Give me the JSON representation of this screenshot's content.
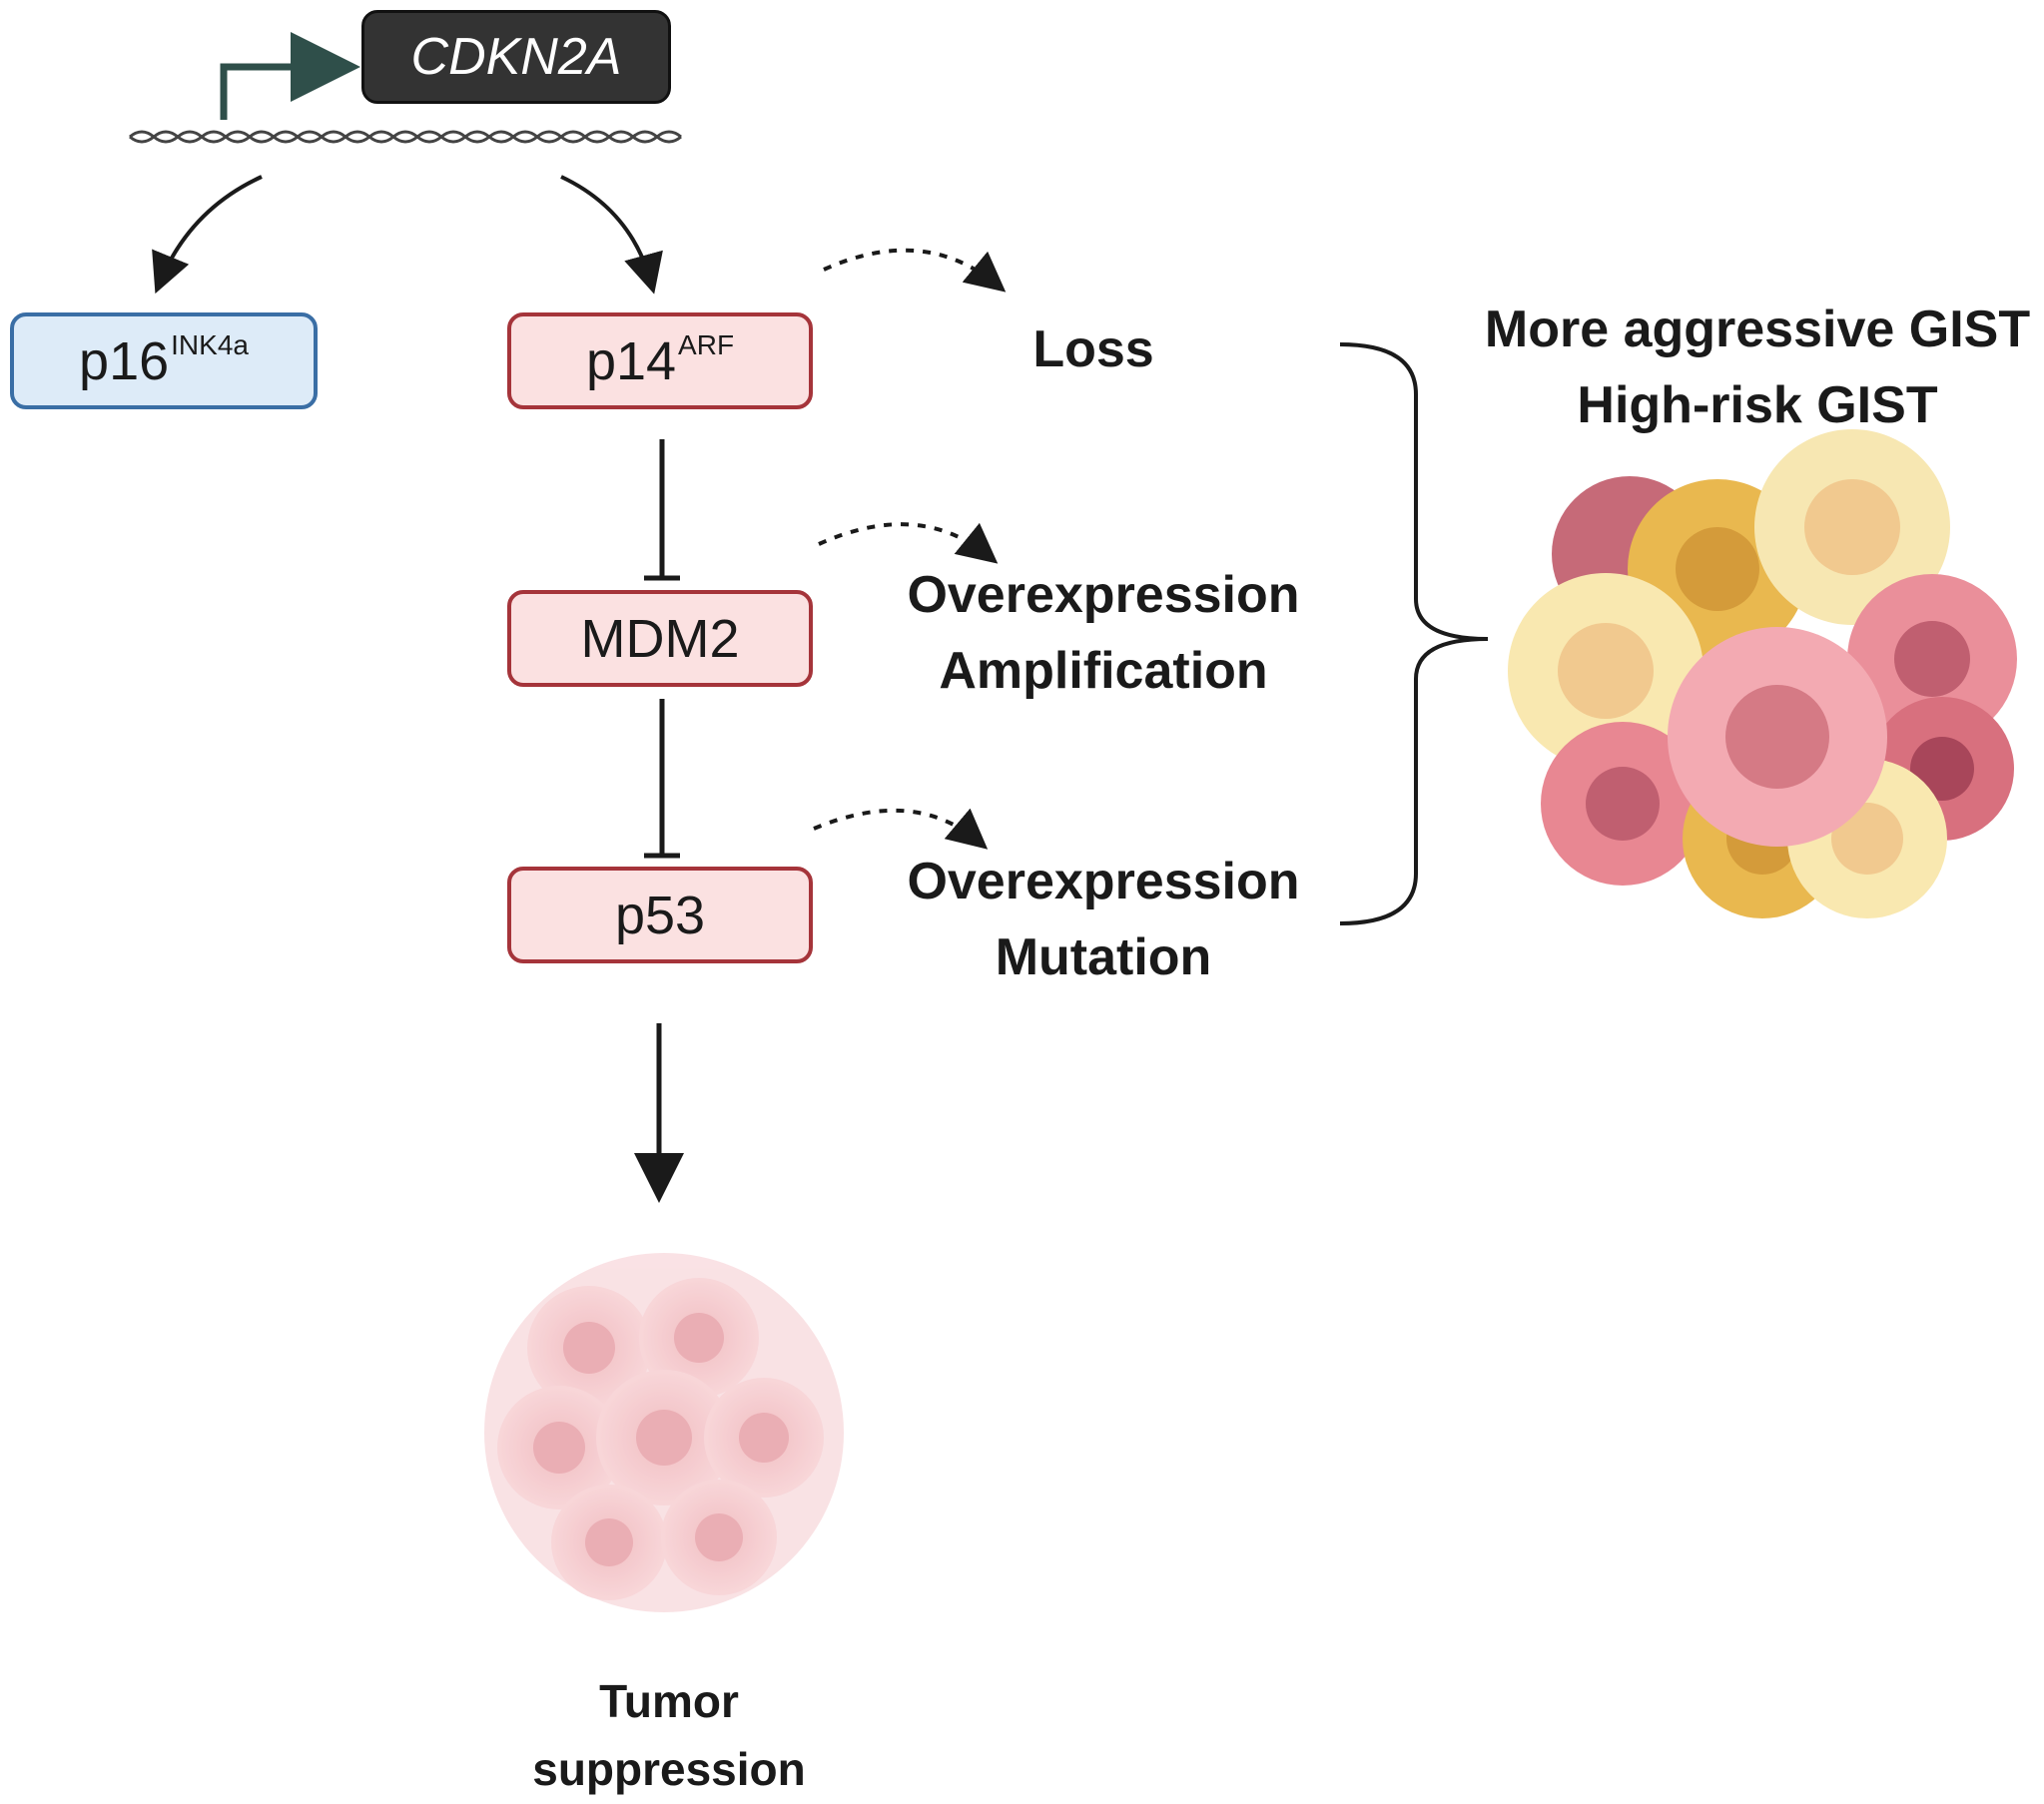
{
  "gene": {
    "name": "CDKN2A"
  },
  "nodes": {
    "p16": {
      "base": "p16",
      "sup": "INK4a"
    },
    "p14": {
      "base": "p14",
      "sup": "ARF"
    },
    "mdm2": {
      "label": "MDM2"
    },
    "p53": {
      "label": "p53"
    }
  },
  "alterations": {
    "p14": [
      "Loss"
    ],
    "mdm2": [
      "Overexpression",
      "Amplification"
    ],
    "p53": [
      "Overexpression",
      "Mutation"
    ]
  },
  "outcome": {
    "lines": [
      "More aggressive GIST",
      "High-risk GIST"
    ]
  },
  "suppression": {
    "lines": [
      "Tumor",
      "suppression"
    ]
  },
  "colors": {
    "red_border": "#a5343a",
    "red_fill": "#fbe1e1",
    "blue_border": "#3a6ea5",
    "blue_fill": "#ddebf8",
    "gene_fill": "#333333"
  }
}
